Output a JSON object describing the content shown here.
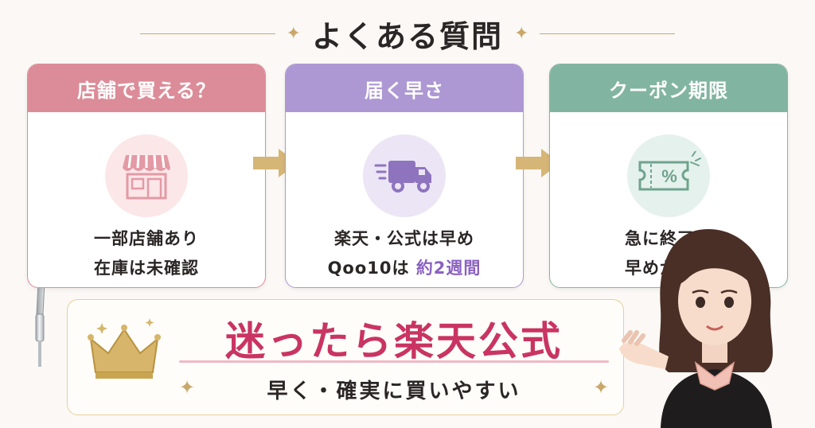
{
  "header": {
    "title": "よくある質問"
  },
  "cards": {
    "store": {
      "title": "店舗で買える？",
      "line1": "一部店舗あり",
      "line2": "在庫は未確認",
      "icon": "storefront-icon"
    },
    "ship": {
      "title": "届く早さ",
      "line1": "楽天・公式は早め",
      "line2_prefix": "Qoo10は ",
      "line2_highlight": "約2週間",
      "icon": "delivery-truck-icon"
    },
    "coupon": {
      "title": "クーポン期限",
      "line1": "急に終了も",
      "line2": "早めが安心",
      "icon": "coupon-ticket-icon"
    }
  },
  "banner": {
    "main": "迷ったら楽天公式",
    "sub": "早く・確実に買いやすい",
    "icon": "crown-icon"
  },
  "colors": {
    "pink": "#dc8c98",
    "purple": "#ad98d3",
    "green": "#82b5a1",
    "gold": "#c9a86a",
    "accent_red": "#c93462",
    "highlight_purple": "#8a62c0"
  }
}
